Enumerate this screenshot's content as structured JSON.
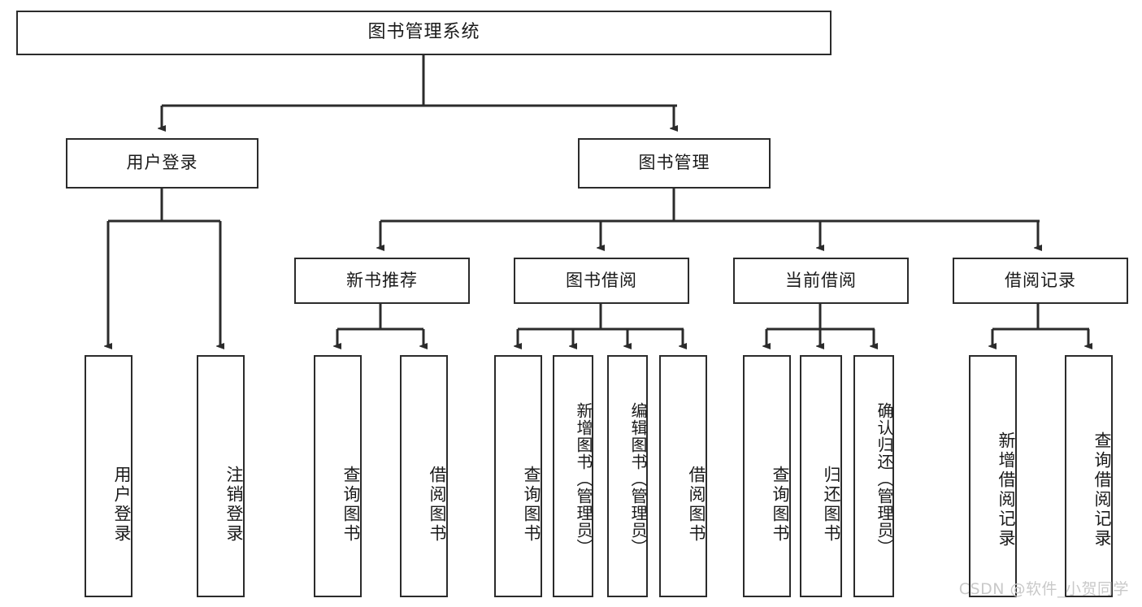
{
  "diagram": {
    "title": "图书管理系统",
    "watermark": "CSDN @软件_小贺同学",
    "colors": {
      "stroke": "#2b2b2b",
      "background": "#ffffff",
      "text": "#1a1a1a",
      "watermark": "#c9c9c9"
    },
    "levels": {
      "root": {
        "label": "图书管理系统"
      },
      "level2": [
        {
          "label": "用户登录"
        },
        {
          "label": "图书管理"
        }
      ],
      "level3": [
        {
          "label": "新书推荐"
        },
        {
          "label": "图书借阅"
        },
        {
          "label": "当前借阅"
        },
        {
          "label": "借阅记录"
        }
      ],
      "level4": [
        {
          "label": "用户登录",
          "parent": "用户登录"
        },
        {
          "label": "注销登录",
          "parent": "用户登录"
        },
        {
          "label": "查询图书",
          "parent": "新书推荐"
        },
        {
          "label": "借阅图书",
          "parent": "新书推荐"
        },
        {
          "label": "查询图书",
          "parent": "图书借阅"
        },
        {
          "label": "新增图书（管理员）",
          "parent": "图书借阅"
        },
        {
          "label": "编辑图书（管理员）",
          "parent": "图书借阅"
        },
        {
          "label": "借阅图书",
          "parent": "图书借阅"
        },
        {
          "label": "查询图书",
          "parent": "当前借阅"
        },
        {
          "label": "归还图书",
          "parent": "当前借阅"
        },
        {
          "label": "确认归还（管理员）",
          "parent": "当前借阅"
        },
        {
          "label": "新增借阅记录",
          "parent": "借阅记录"
        },
        {
          "label": "查询借阅记录",
          "parent": "借阅记录"
        }
      ]
    }
  }
}
